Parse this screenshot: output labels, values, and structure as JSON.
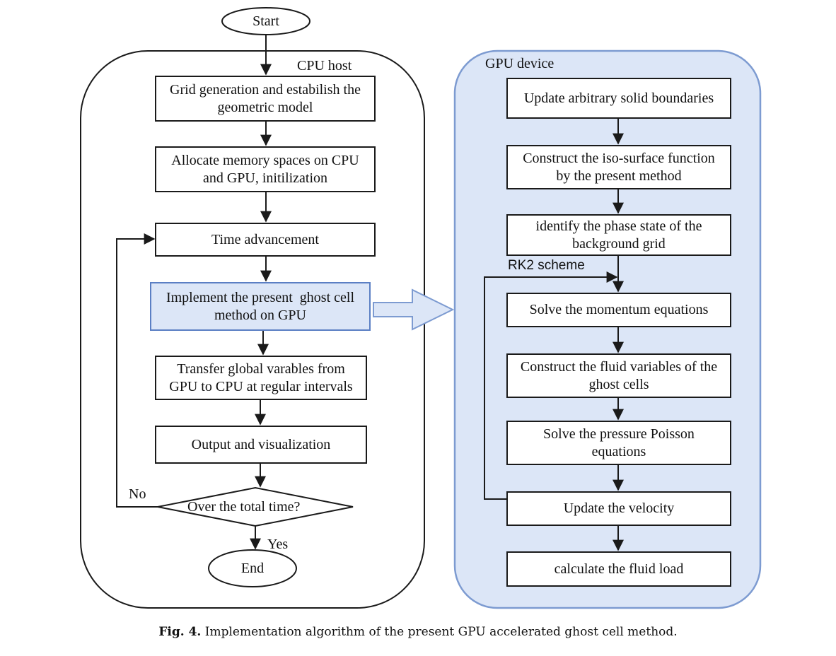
{
  "terminals": {
    "start": "Start",
    "end": "End"
  },
  "groups": {
    "cpu": "CPU host",
    "gpu": "GPU device"
  },
  "cpu_steps": {
    "grid": [
      "Grid generation and estabilish the",
      "geometric model"
    ],
    "allocate": [
      "Allocate memory spaces on CPU",
      "and GPU, initilization"
    ],
    "time": "Time advancement",
    "implement": [
      "Implement the present  ghost cell",
      "method on GPU"
    ],
    "transfer": [
      "Transfer global varables from",
      "GPU to CPU at regular intervals"
    ],
    "output": "Output and visualization"
  },
  "decision": {
    "text": "Over the total time?",
    "no": "No",
    "yes": "Yes"
  },
  "gpu_steps": {
    "update_boundaries": "Update arbitrary solid boundaries",
    "iso_surface": [
      "Construct the iso-surface function",
      "by the present method"
    ],
    "phase_state": [
      "identify the phase state of the",
      "background grid"
    ],
    "rk2": "RK2 scheme",
    "momentum": "Solve the momentum equations",
    "ghost_cells": [
      "Construct the fluid variables of the",
      "ghost cells"
    ],
    "poisson": [
      "Solve the pressure Poisson",
      "equations"
    ],
    "velocity": "Update the velocity",
    "fluid_load": "calculate the fluid load"
  },
  "caption": {
    "prefix": "Fig. 4.",
    "text": "Implementation algorithm of the present GPU accelerated ghost cell method."
  },
  "colors": {
    "gpu_fill": "#dce6f7",
    "gpu_border": "#7d9bd1",
    "highlight_fill": "#dce6f7",
    "arrow_fill": "#dce6f7",
    "line": "#1a1a1a"
  }
}
